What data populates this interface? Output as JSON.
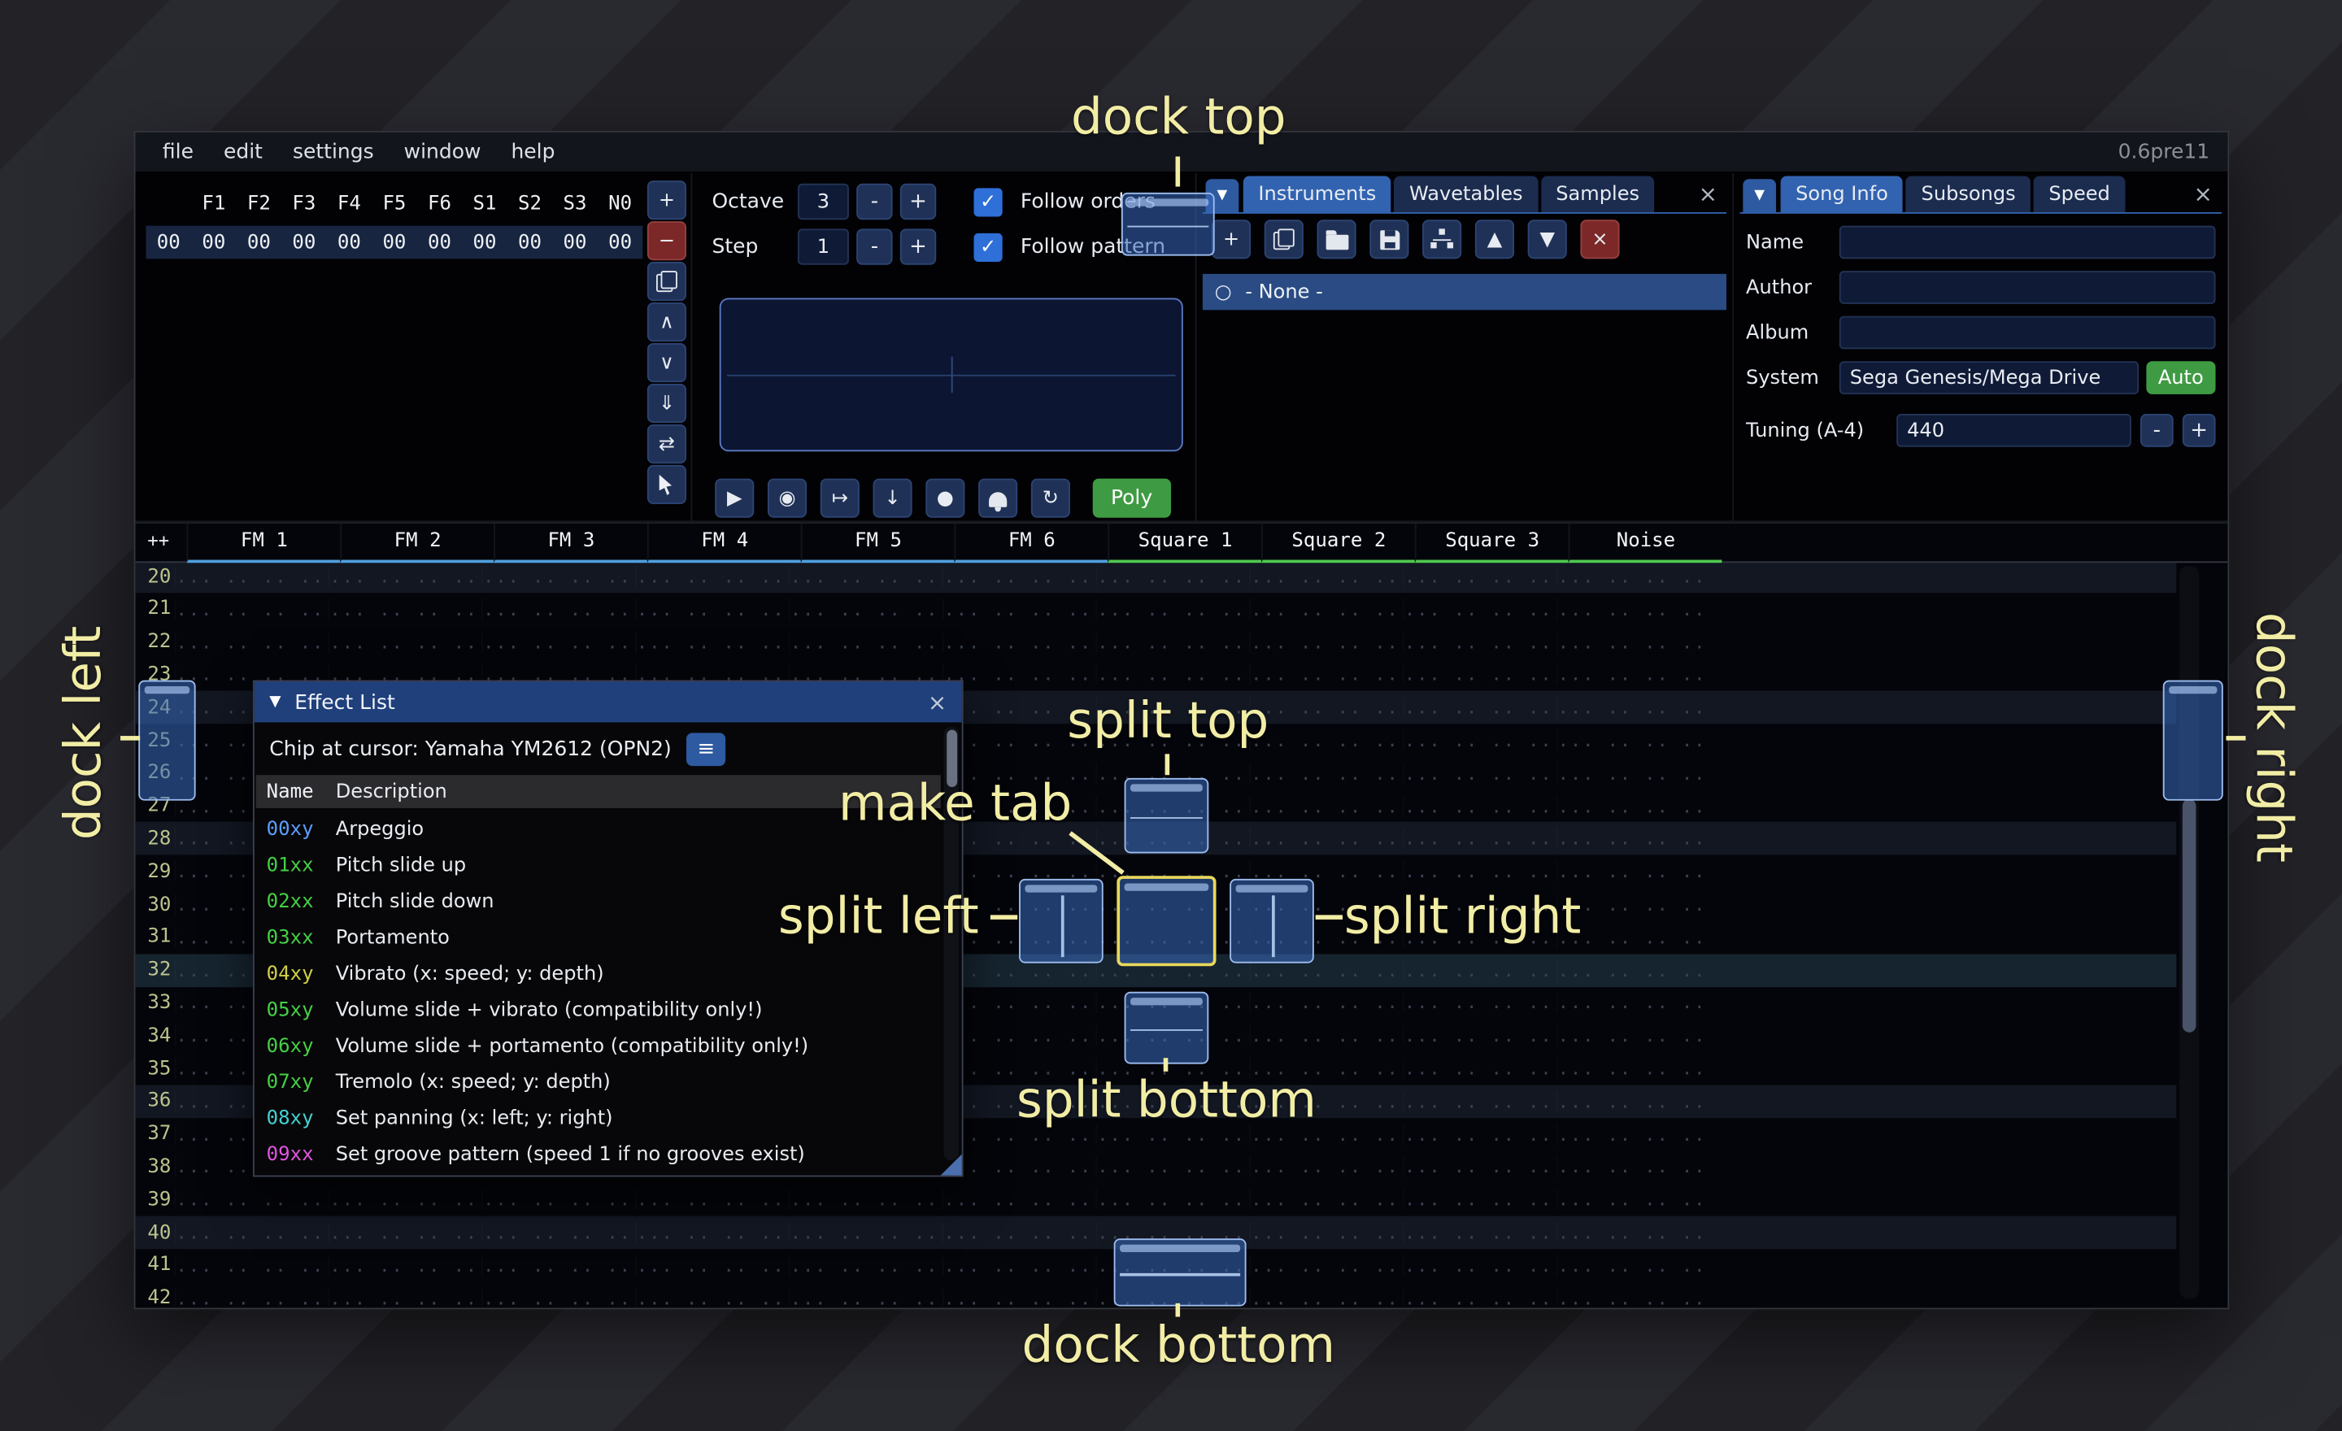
{
  "colors": {
    "accent_blue": "#3263b0",
    "annotation_yellow": "#f2eda5",
    "fm_channel": "#4f9fdf",
    "psg_channel": "#4fc94f",
    "green_button": "#3f9b43",
    "danger_red": "#7c2828",
    "checkbox_blue": "#2e6fd8"
  },
  "icons": {
    "plus": "+",
    "minus": "−",
    "chevron-up": "∧",
    "chevron-down": "∨",
    "double-down": "⇓",
    "swap": "⇄",
    "triangle-up": "▲",
    "triangle-down": "▼",
    "close": "×",
    "play": "▶",
    "play-circle": "◉",
    "play-cursor": "↦",
    "step-down": "↓",
    "record": "●",
    "repeat": "↻",
    "menu": "≡",
    "check": "✓",
    "radio": "○",
    "collapse": "▼"
  },
  "menu": {
    "items": [
      "file",
      "edit",
      "settings",
      "window",
      "help"
    ],
    "version": "0.6pre11"
  },
  "orders": {
    "channels": [
      "F1",
      "F2",
      "F3",
      "F4",
      "F5",
      "F6",
      "S1",
      "S2",
      "S3",
      "N0"
    ],
    "rows": [
      {
        "num": "00",
        "values": [
          "00",
          "00",
          "00",
          "00",
          "00",
          "00",
          "00",
          "00",
          "00",
          "00"
        ]
      }
    ],
    "toolbar": [
      {
        "name": "add-order-button",
        "icon": "plus"
      },
      {
        "name": "remove-order-button",
        "icon": "minus",
        "danger": true
      },
      {
        "name": "duplicate-order-button",
        "icon": "copy"
      },
      {
        "name": "move-order-up-button",
        "icon": "chevron-up"
      },
      {
        "name": "move-order-down-button",
        "icon": "chevron-down"
      },
      {
        "name": "duplicate-order-deep-button",
        "icon": "double-down"
      },
      {
        "name": "order-change-all-button",
        "icon": "swap"
      },
      {
        "name": "order-select-mode-button",
        "icon": "cursor"
      }
    ]
  },
  "controls": {
    "octave_label": "Octave",
    "octave_value": "3",
    "step_label": "Step",
    "step_value": "1",
    "minus": "-",
    "plus": "+",
    "follow_orders": "Follow orders",
    "follow_pattern": "Follow pattern",
    "transport": [
      {
        "name": "play-button",
        "icon": "play"
      },
      {
        "name": "play-pattern-button",
        "icon": "play-circle"
      },
      {
        "name": "play-from-cursor-button",
        "icon": "play-cursor"
      },
      {
        "name": "step-one-row-button",
        "icon": "step-down"
      },
      {
        "name": "record-button",
        "icon": "record"
      },
      {
        "name": "metronome-button",
        "icon": "bell"
      },
      {
        "name": "repeat-pattern-button",
        "icon": "repeat"
      }
    ],
    "poly": "Poly"
  },
  "instruments": {
    "tabs": [
      "Instruments",
      "Wavetables",
      "Samples"
    ],
    "active_tab": "Instruments",
    "toolbar": [
      {
        "name": "add-instrument-button",
        "icon": "plus"
      },
      {
        "name": "duplicate-instrument-button",
        "icon": "copy"
      },
      {
        "name": "open-instrument-button",
        "icon": "folder"
      },
      {
        "name": "save-instrument-button",
        "icon": "save"
      },
      {
        "name": "instrument-folders-button",
        "icon": "tree"
      },
      {
        "name": "move-instrument-up-button",
        "icon": "triangle-up"
      },
      {
        "name": "move-instrument-down-button",
        "icon": "triangle-down"
      },
      {
        "name": "delete-instrument-button",
        "icon": "close",
        "danger": true
      }
    ],
    "list": [
      {
        "label": "- None -",
        "selected": true
      }
    ]
  },
  "song_info": {
    "tabs": [
      "Song Info",
      "Subsongs",
      "Speed"
    ],
    "active_tab": "Song Info",
    "fields": [
      {
        "label": "Name",
        "value": ""
      },
      {
        "label": "Author",
        "value": ""
      },
      {
        "label": "Album",
        "value": ""
      }
    ],
    "system_label": "System",
    "system_value": "Sega Genesis/Mega Drive",
    "auto_label": "Auto",
    "tuning_label": "Tuning (A-4)",
    "tuning_value": "440",
    "minus": "-",
    "plus": "+"
  },
  "pattern": {
    "corner": "++",
    "channels": [
      {
        "label": "FM 1",
        "color": "#4f9fdf"
      },
      {
        "label": "FM 2",
        "color": "#4f9fdf"
      },
      {
        "label": "FM 3",
        "color": "#4f9fdf"
      },
      {
        "label": "FM 4",
        "color": "#4f9fdf"
      },
      {
        "label": "FM 5",
        "color": "#4f9fdf"
      },
      {
        "label": "FM 6",
        "color": "#4f9fdf"
      },
      {
        "label": "Square 1",
        "color": "#4fc94f"
      },
      {
        "label": "Square 2",
        "color": "#4fc94f"
      },
      {
        "label": "Square 3",
        "color": "#4fc94f"
      },
      {
        "label": "Noise",
        "color": "#4fc94f"
      }
    ],
    "first_row": 20,
    "last_row": 42,
    "row_highlight_minor": 4,
    "row_highlight_major": 16,
    "empty_cell": "... .. .. ...."
  },
  "effect_list": {
    "title": "Effect List",
    "chip_line": "Chip at cursor: Yamaha YM2612 (OPN2)",
    "columns": [
      "Name",
      "Description"
    ],
    "rows": [
      {
        "name": "00xy",
        "desc": "Arpeggio",
        "color": "#5c9eff"
      },
      {
        "name": "01xx",
        "desc": "Pitch slide up",
        "color": "#45d045"
      },
      {
        "name": "02xx",
        "desc": "Pitch slide down",
        "color": "#45d045"
      },
      {
        "name": "03xx",
        "desc": "Portamento",
        "color": "#45d045"
      },
      {
        "name": "04xy",
        "desc": "Vibrato (x: speed; y: depth)",
        "color": "#d0d045"
      },
      {
        "name": "05xy",
        "desc": "Volume slide + vibrato (compatibility only!)",
        "color": "#45d045"
      },
      {
        "name": "06xy",
        "desc": "Volume slide + portamento (compatibility only!)",
        "color": "#45d045"
      },
      {
        "name": "07xy",
        "desc": "Tremolo (x: speed; y: depth)",
        "color": "#45d045"
      },
      {
        "name": "08xy",
        "desc": "Set panning (x: left; y: right)",
        "color": "#45d0d0"
      },
      {
        "name": "09xx",
        "desc": "Set groove pattern (speed 1 if no grooves exist)",
        "color": "#e055e0"
      }
    ]
  },
  "annotations": {
    "dock_top": "dock top",
    "dock_left": "dock left",
    "dock_right": "dock right",
    "dock_bottom": "dock bottom",
    "split_top": "split top",
    "split_left": "split left",
    "split_right": "split right",
    "split_bottom": "split bottom",
    "make_tab": "make tab"
  }
}
